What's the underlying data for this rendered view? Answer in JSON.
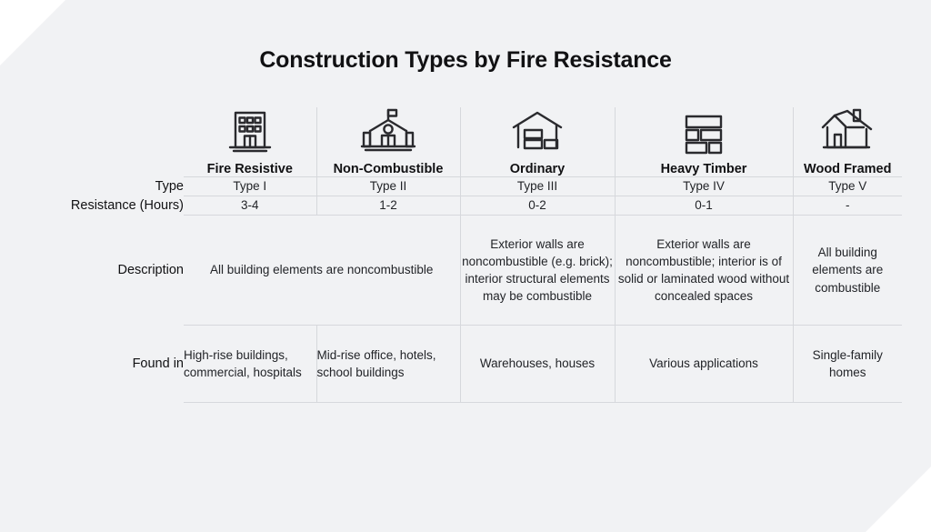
{
  "card": {
    "background": "#f1f2f4",
    "page_background": "#ffffff",
    "corner_cut": "diagonal-top-left-and-bottom-right"
  },
  "title": "Construction Types by Fire Resistance",
  "colors": {
    "text": "#1d1d1f",
    "heading": "#111113",
    "divider": "#d6d8dc",
    "icon_stroke": "#2a2a2e"
  },
  "table": {
    "row_labels": [
      "Type",
      "Resistance (Hours)",
      "Description",
      "Found in"
    ],
    "columns": [
      {
        "name": "Fire Resistive",
        "icon": "office-building-icon"
      },
      {
        "name": "Non-Combustible",
        "icon": "school-building-icon"
      },
      {
        "name": "Ordinary",
        "icon": "warehouse-icon"
      },
      {
        "name": "Heavy Timber",
        "icon": "timber-stack-icon"
      },
      {
        "name": "Wood Framed",
        "icon": "house-icon"
      }
    ],
    "rows": {
      "type": [
        "Type I",
        "Type II",
        "Type III",
        "Type IV",
        "Type V"
      ],
      "resistance_hours": [
        "3-4",
        "1-2",
        "0-2",
        "0-1",
        "-"
      ],
      "description": [
        "All building elements are noncombustible",
        "Exterior walls are noncombustible (e.g. brick); interior structural elements may be combustible",
        "Exterior walls are noncombustible; interior is of solid or laminated wood without concealed spaces",
        "All building elements are combustible"
      ],
      "description_merge_note": "first description cell spans the Fire Resistive and Non-Combustible columns",
      "found_in": [
        "High-rise buildings, commercial, hospitals",
        "Mid-rise office, hotels, school buildings",
        "Warehouses, houses",
        "Various applications",
        "Single-family homes"
      ]
    }
  }
}
